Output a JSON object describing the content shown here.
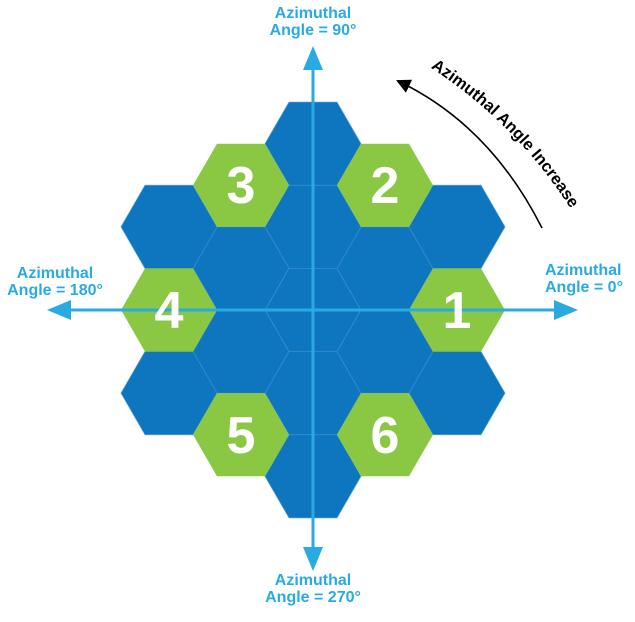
{
  "diagram": {
    "axis_labels": {
      "right": {
        "line1": "Azimuthal",
        "line2": "Angle = 0°"
      },
      "top": {
        "line1": "Azimuthal",
        "line2": "Angle = 90°"
      },
      "left": {
        "line1": "Azimuthal",
        "line2": "Angle = 180°"
      },
      "bottom": {
        "line1": "Azimuthal",
        "line2": "Angle = 270°"
      }
    },
    "rotation_annotation": "Azimuthal Angle Increase",
    "segments": [
      {
        "label": "1",
        "azimuthal_angle_deg": 0
      },
      {
        "label": "2",
        "azimuthal_angle_deg": 60
      },
      {
        "label": "3",
        "azimuthal_angle_deg": 120
      },
      {
        "label": "4",
        "azimuthal_angle_deg": 180
      },
      {
        "label": "5",
        "azimuthal_angle_deg": 240
      },
      {
        "label": "6",
        "azimuthal_angle_deg": 300
      }
    ],
    "counts": {
      "blue_hexagons": 13,
      "green_hexagons": 6
    },
    "colors": {
      "mirror_blue": "#0E76BE",
      "segment_green": "#8AC843",
      "axis_cyan": "#29ABE2",
      "annotation_black": "#000000",
      "number_white": "#FFFFFF"
    }
  }
}
